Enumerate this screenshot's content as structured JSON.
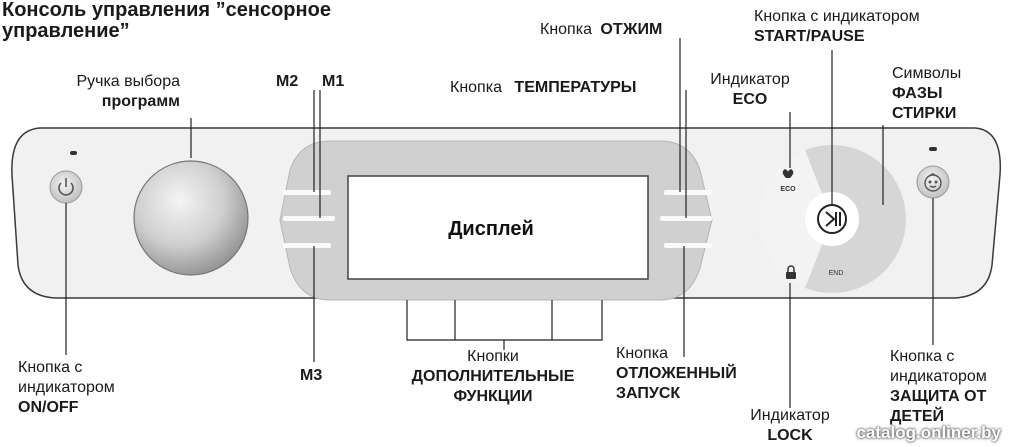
{
  "title": "Консоль управления ”сенсорное управление”",
  "title_line1": "Консоль управления ”сенсорное",
  "title_line2": "управление”",
  "display_text": "Дисплей",
  "labels": {
    "program_knob": [
      "Ручка выбора",
      "программ"
    ],
    "m2": "M2",
    "m1": "M1",
    "m3": "M3",
    "temperature": [
      "Кнопка",
      "ТЕМПЕРАТУРЫ"
    ],
    "spin": [
      "Кнопка",
      "ОТЖИМ"
    ],
    "eco": [
      "Индикатор",
      "ECO"
    ],
    "start_pause": [
      "Кнопка с индикатором",
      "START/PAUSE"
    ],
    "phases": [
      "Символы",
      "ФАЗЫ",
      "СТИРКИ"
    ],
    "on_off": [
      "Кнопка с",
      "индикатором",
      "ON/OFF"
    ],
    "options": [
      "Кнопки",
      "ДОПОЛНИТЕЛЬНЫЕ",
      "ФУНКЦИИ"
    ],
    "delay": [
      "Кнопка",
      "ОТЛОЖЕННЫЙ",
      "ЗАПУСК"
    ],
    "lock": [
      "Индикатор",
      "LOCK"
    ],
    "child_lock": [
      "Кнопка с",
      "индикатором",
      "ЗАЩИТА ОТ",
      "ДЕТЕЙ"
    ]
  },
  "panel_text": {
    "eco": "ECO",
    "end": "END"
  },
  "watermark": "catalog.onliner.by"
}
